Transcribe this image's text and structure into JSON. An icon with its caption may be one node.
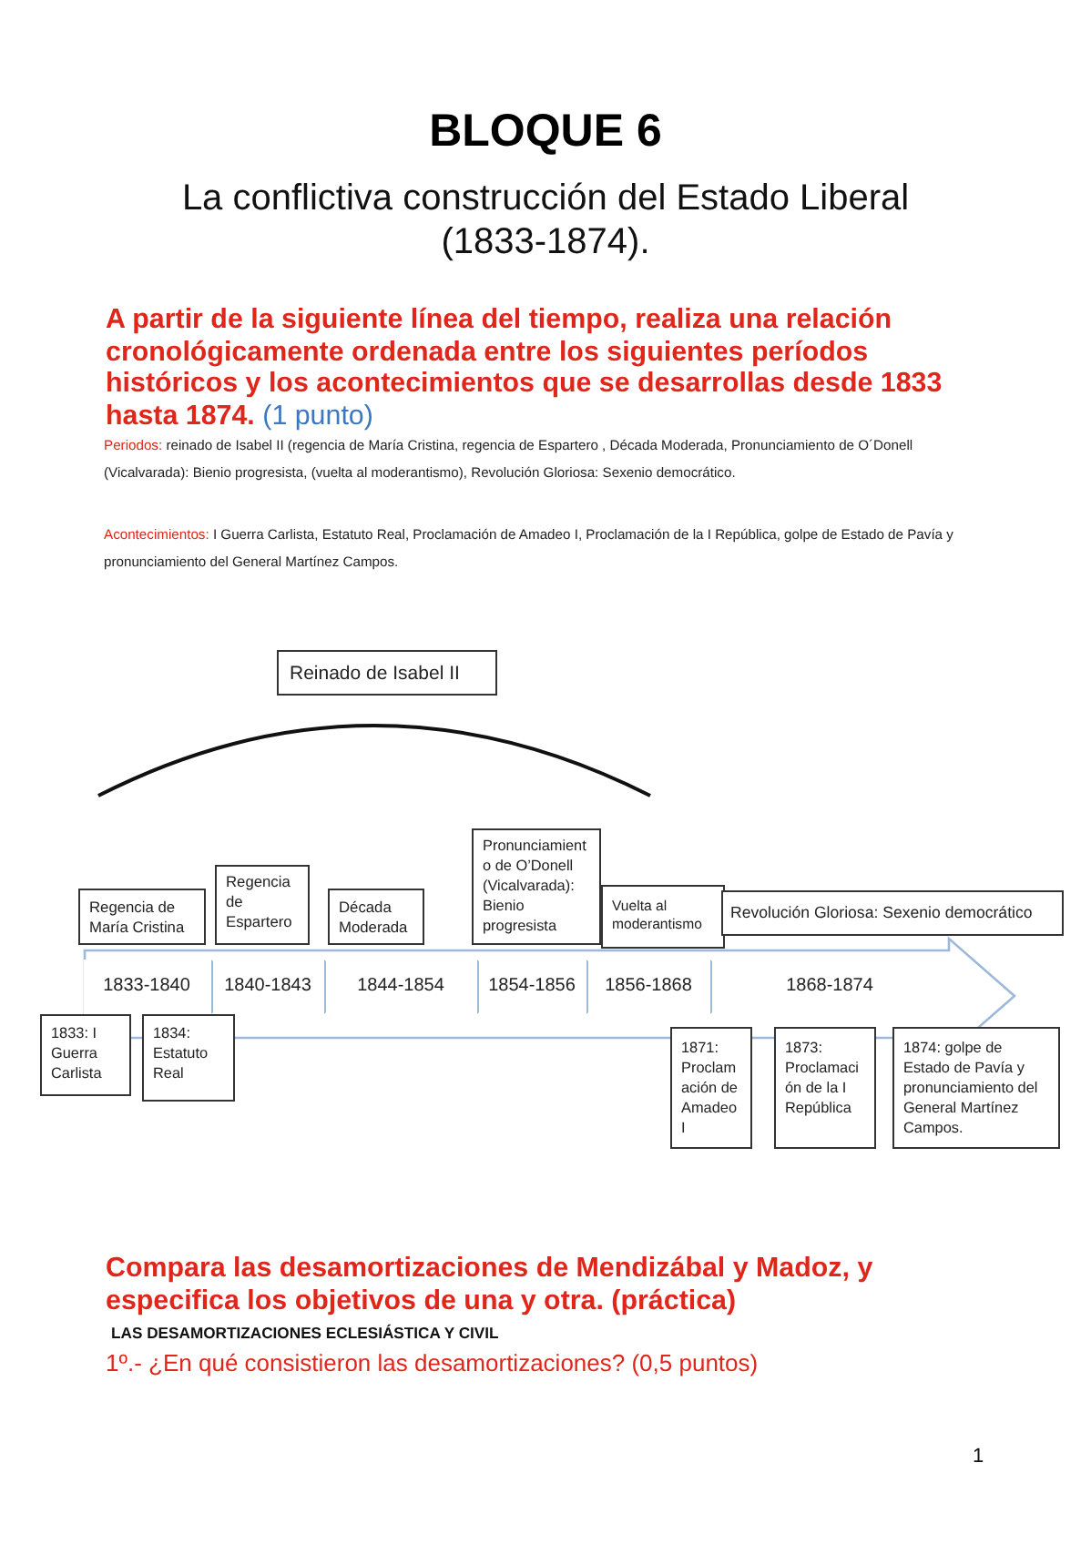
{
  "diagram": {
    "title": "BLOQUE 6",
    "nodes": [
      {
        "text": [
          "Reinado de Isabel II"
        ]
      },
      {
        "text": [
          "Regencia de María Cristina"
        ]
      },
      {
        "text": [
          "Regencia de Espartero"
        ]
      },
      {
        "text": [
          "Década Moderada"
        ]
      },
      {
        "text": [
          "Pronunciamiento de O’Donell (Vicalvarada): Bienio progresista"
        ]
      },
      {
        "text": [
          "Vuelta al moderantismo"
        ]
      },
      {
        "text": [
          "Revolución Gloriosa: Sexenio democrático"
        ]
      },
      {
        "text": [],
        "shape": "arrow"
      },
      {
        "text": [
          "1833-1840"
        ],
        "in": 7
      },
      {
        "text": [
          "1840-1843"
        ],
        "in": 7
      },
      {
        "text": [
          "1844-1854"
        ],
        "in": 7
      },
      {
        "text": [
          "1854-1856"
        ],
        "in": 7
      },
      {
        "text": [
          "1856-1868"
        ],
        "in": 7
      },
      {
        "text": [
          "1868-1874"
        ],
        "in": 7
      },
      {
        "text": [
          "1833: I Guerra Carlista"
        ]
      },
      {
        "text": [
          "1834: Estatuto Real"
        ]
      },
      {
        "text": [
          "1871: Proclamación de Amadeo I"
        ]
      },
      {
        "text": [
          "1873: Proclamación de la I República"
        ]
      },
      {
        "text": [
          "1874: golpe de Estado de Pavía y pronunciamiento del General Martínez Campos."
        ]
      }
    ],
    "labels": [
      "La conflictiva construcción del Estado Liberal (1833-1874).",
      "A partir de la siguiente línea del tiempo, realiza una relación cronológicamente ordenada entre los siguientes períodos históricos y los acontecimientos que se desarrollas desde 1833 hasta 1874.",
      "(1 punto)",
      "Periodos:",
      "reinado de Isabel II (regencia de María Cristina, regencia de Espartero , Década Moderada, Pronunciamiento de O´Donell (Vicalvarada): Bienio progresista, (vuelta al moderantismo), Revolución Gloriosa: Sexenio democrático.",
      "Acontecimientos:",
      "I Guerra Carlista, Estatuto Real, Proclamación de Amadeo I, Proclamación de la I República, golpe de Estado de Pavía y pronunciamiento del General Martínez Campos.",
      "Compara las desamortizaciones de Mendizábal y Madoz, y especifica los objetivos de una y otra. (práctica)",
      "LAS DESAMORTIZACIONES ECLESIÁSTICA Y CIVIL",
      "1º.- ¿En qué consistieron las desamortizaciones? (0,5 puntos)",
      "1"
    ]
  }
}
